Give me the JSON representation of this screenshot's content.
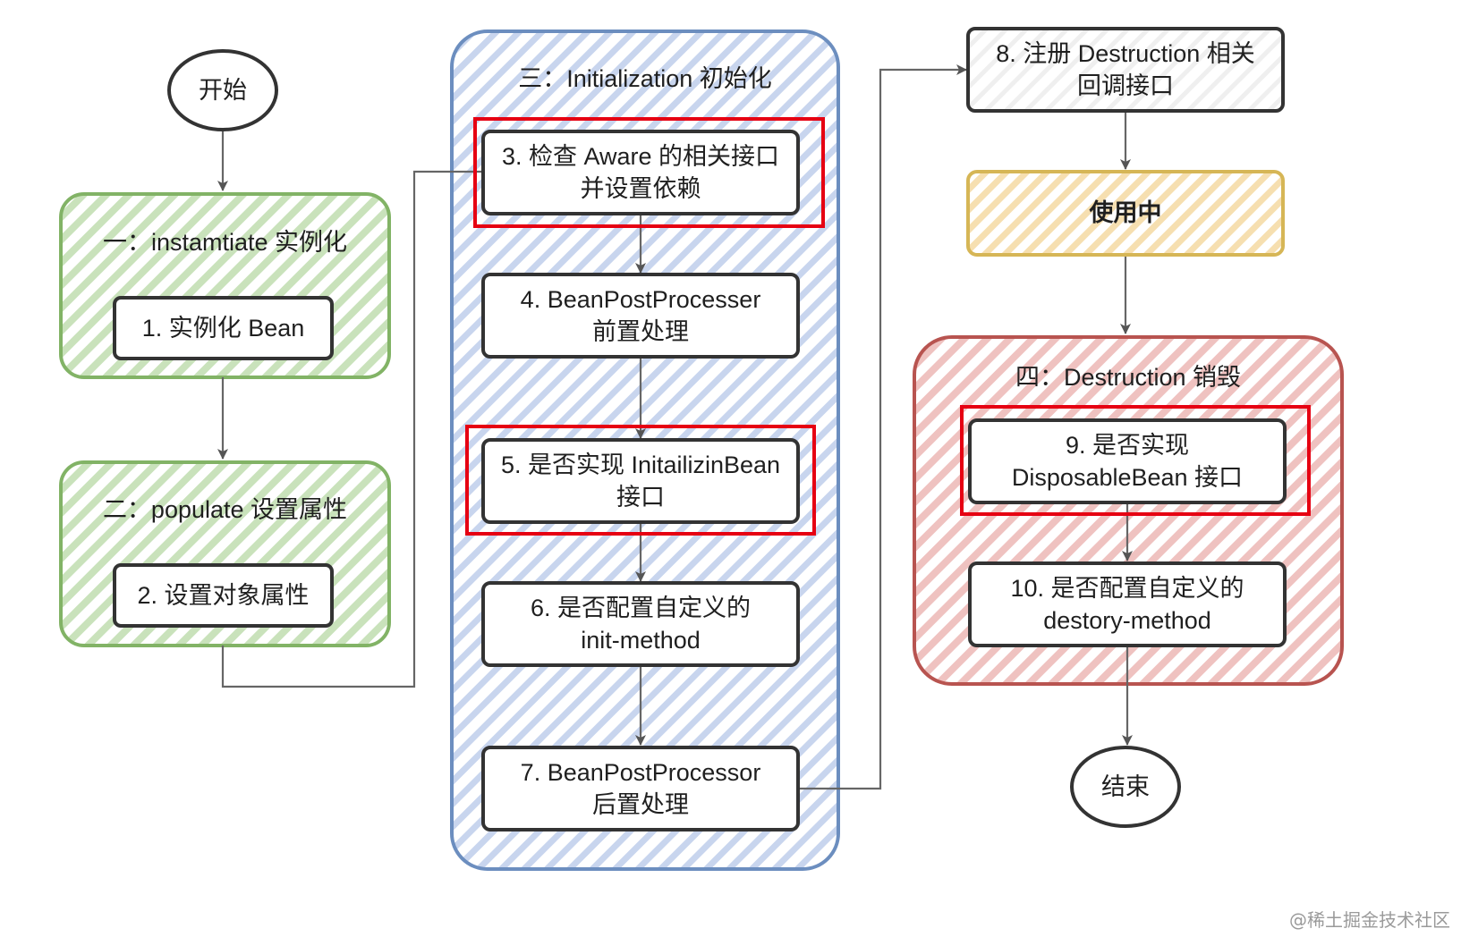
{
  "nodes": {
    "start": "开始",
    "end": "结束",
    "in_use": "使用中",
    "step1": "1. 实例化 Bean",
    "step2": "2. 设置对象属性",
    "step3": [
      "3. 检查 Aware 的相关接口",
      "并设置依赖"
    ],
    "step4": [
      "4. BeanPostProcesser",
      "前置处理"
    ],
    "step5": [
      "5. 是否实现 InitailizinBean",
      "接口"
    ],
    "step6": [
      "6. 是否配置自定义的",
      "init-method"
    ],
    "step7": [
      "7. BeanPostProcessor",
      "后置处理"
    ],
    "step8": [
      "8. 注册 Destruction 相关",
      "回调接口"
    ],
    "step9": [
      "9. 是否实现",
      "DisposableBean 接口"
    ],
    "step10": [
      "10. 是否配置自定义的",
      "destory-method"
    ]
  },
  "groups": {
    "instantiate": "一：instamtiate 实例化",
    "populate": "二：populate 设置属性",
    "initialization": "三：Initialization 初始化",
    "destruction": "四：Destruction 销毁"
  },
  "colors": {
    "green": "#82b366",
    "blue": "#6c8ebf",
    "yellow": "#d6b656",
    "red": "#b85450",
    "highlight": "#e60012"
  },
  "watermark": "@稀土掘金技术社区"
}
